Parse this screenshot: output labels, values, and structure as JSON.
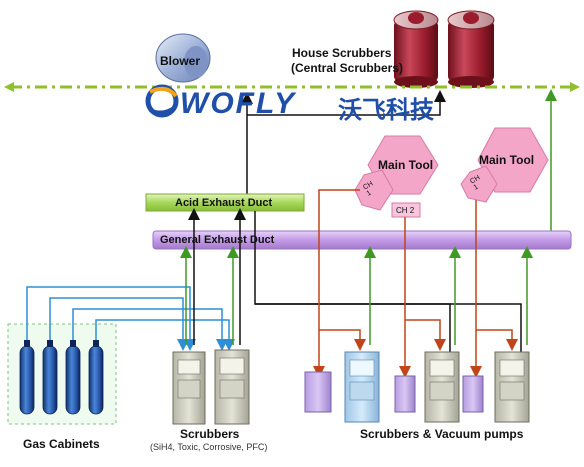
{
  "labels": {
    "blower": "Blower",
    "house_scrubbers_line1": "House Scrubbers",
    "house_scrubbers_line2": "(Central Scrubbers)",
    "main_tool_1": "Main Tool",
    "main_tool_2": "Main Tool",
    "ch_1": "CH\n1",
    "ch_2": "CH 2",
    "ch_3": "CH\n1",
    "acid_exhaust_duct": "Acid Exhaust Duct",
    "general_exhaust_duct": "General Exhaust Duct",
    "gas_cabinets": "Gas Cabinets",
    "scrubbers": "Scrubbers",
    "scrubbers_sub": "(SiH4, Toxic, Corrosive, PFC)",
    "scrubbers_vacuum": "Scrubbers & Vacuum pumps"
  },
  "logo": {
    "text": "WOFLY",
    "chinese": "沃飞科技"
  },
  "colors": {
    "green_line": "#4caf2a",
    "red_line": "#c0451a",
    "blue_line": "#2f8fd6",
    "purple_duct": "#c39be8",
    "acid_duct": "#a8d85a",
    "hexagon": "#f4a6c8",
    "scrubber_tank": "#9b1c2c",
    "logo_blue": "#1f4fa8"
  }
}
